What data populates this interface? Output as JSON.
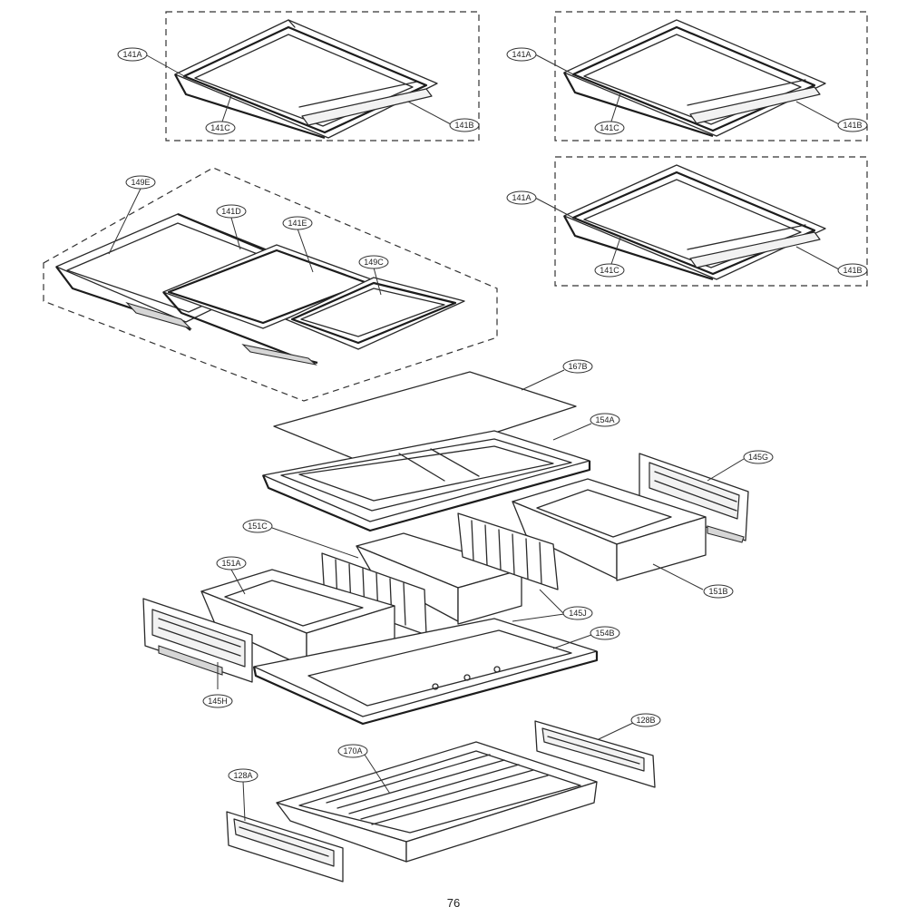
{
  "callouts": [
    {
      "id": "141A_g1",
      "label": "141A"
    },
    {
      "id": "141C_g1",
      "label": "141C"
    },
    {
      "id": "141B_g1",
      "label": "141B"
    },
    {
      "id": "141A_g2",
      "label": "141A"
    },
    {
      "id": "141C_g2",
      "label": "141C"
    },
    {
      "id": "141B_g2",
      "label": "141B"
    },
    {
      "id": "141A_g3",
      "label": "141A"
    },
    {
      "id": "141C_g3",
      "label": "141C"
    },
    {
      "id": "141B_g3",
      "label": "141B"
    },
    {
      "id": "149E",
      "label": "149E"
    },
    {
      "id": "141D",
      "label": "141D"
    },
    {
      "id": "141E",
      "label": "141E"
    },
    {
      "id": "149C",
      "label": "149C"
    },
    {
      "id": "167B",
      "label": "167B"
    },
    {
      "id": "154A",
      "label": "154A"
    },
    {
      "id": "145G",
      "label": "145G"
    },
    {
      "id": "151C",
      "label": "151C"
    },
    {
      "id": "151A",
      "label": "151A"
    },
    {
      "id": "151B",
      "label": "151B"
    },
    {
      "id": "145J",
      "label": "145J"
    },
    {
      "id": "154B",
      "label": "154B"
    },
    {
      "id": "145H",
      "label": "145H"
    },
    {
      "id": "128B",
      "label": "128B"
    },
    {
      "id": "170A",
      "label": "170A"
    },
    {
      "id": "128A",
      "label": "128A"
    }
  ],
  "page_number": "76"
}
